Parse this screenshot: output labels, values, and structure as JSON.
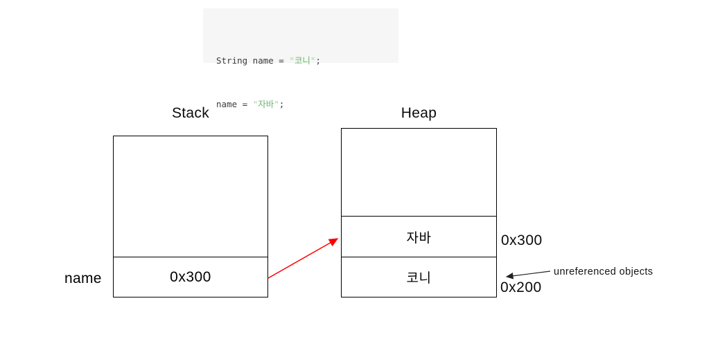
{
  "code_snippet": {
    "lines": [
      {
        "pre": "String name = ",
        "open_quote": "\"",
        "string": "코니",
        "close_quote": "\"",
        "post": ";"
      },
      {
        "pre": "name = ",
        "open_quote": "\"",
        "string": "자바",
        "close_quote": "\"",
        "post": ";"
      }
    ]
  },
  "stack": {
    "title": "Stack",
    "variable_label": "name",
    "cell_value": "0x300"
  },
  "heap": {
    "title": "Heap",
    "cells": [
      {
        "value": "자바",
        "address": "0x300"
      },
      {
        "value": "코니",
        "address": "0x200"
      }
    ]
  },
  "annotation": {
    "label": "unreferenced objects"
  },
  "colors": {
    "reference_arrow": "#ff0000",
    "annotation_arrow": "#222222",
    "code_string": "#68b968",
    "code_quote": "#9fd49f",
    "code_text": "#3c3c3c",
    "code_bg": "#f6f6f6",
    "box_border": "#000000"
  }
}
